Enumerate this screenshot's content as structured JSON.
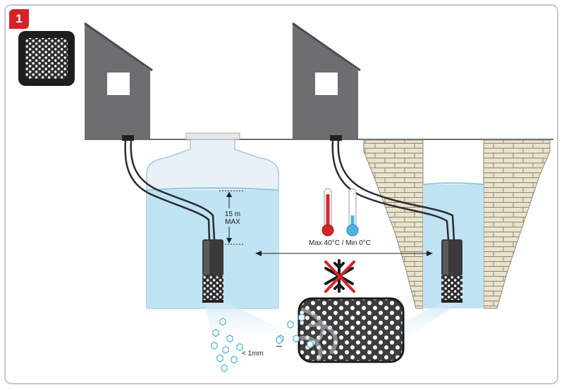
{
  "step": {
    "number": "1"
  },
  "labels": {
    "depth_value": "15 m",
    "depth_max": "MAX",
    "temperature": "Max 40°C / Min 0°C",
    "particle_size": "< 1mm"
  },
  "colors": {
    "step_badge": "#d4242a",
    "house": "#6d6e70",
    "water": "#bfe3f3",
    "tank": "#e7f0f7",
    "brick": "#e7dfc9",
    "pump": "#3a3a3a",
    "thermo_hot": "#d4242a",
    "thermo_cold": "#4fb3e0"
  },
  "icons": [
    "filter-mesh-icon",
    "thermometer-hot-icon",
    "thermometer-cold-icon",
    "no-frost-icon",
    "snowflake-icon",
    "double-arrow-icon"
  ]
}
